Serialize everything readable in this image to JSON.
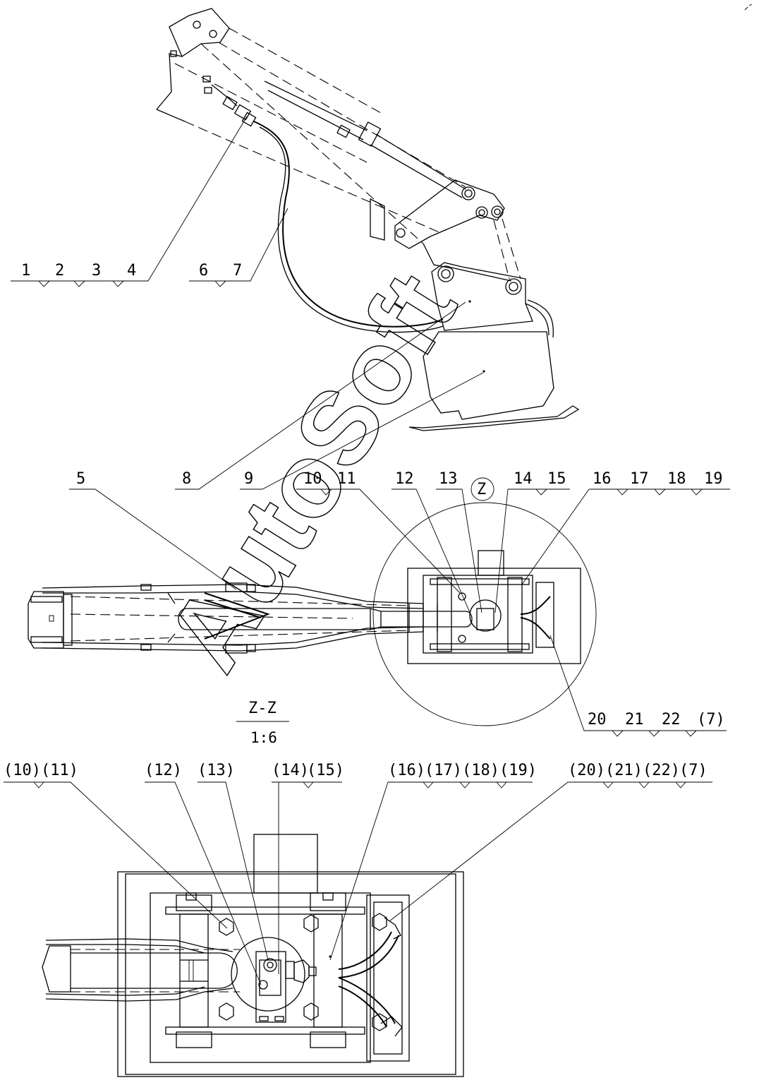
{
  "labels": {
    "l1": "1",
    "l2": "2",
    "l3": "3",
    "l4": "4",
    "l6": "6",
    "l7": "7",
    "l5": "5",
    "l8": "8",
    "l9": "9",
    "l10": "10",
    "l11": "11",
    "l12": "12",
    "l13": "13",
    "l14": "14",
    "l15": "15",
    "l16": "16",
    "l17": "17",
    "l18": "18",
    "l19": "19",
    "l20": "20",
    "l21": "21",
    "l22": "22",
    "l7b": "(7)",
    "zmark": "Z"
  },
  "section": {
    "title": "Z-Z",
    "scale": "1:6"
  },
  "detail_labels": {
    "d10": "(10)",
    "d11": "(11)",
    "d12": "(12)",
    "d13": "(13)",
    "d14": "(14)",
    "d15": "(15)",
    "d16": "(16)",
    "d17": "(17)",
    "d18": "(18)",
    "d19": "(19)",
    "d20": "(20)",
    "d21": "(21)",
    "d22": "(22)",
    "d7": "(7)"
  },
  "watermark": "AutoSoft"
}
